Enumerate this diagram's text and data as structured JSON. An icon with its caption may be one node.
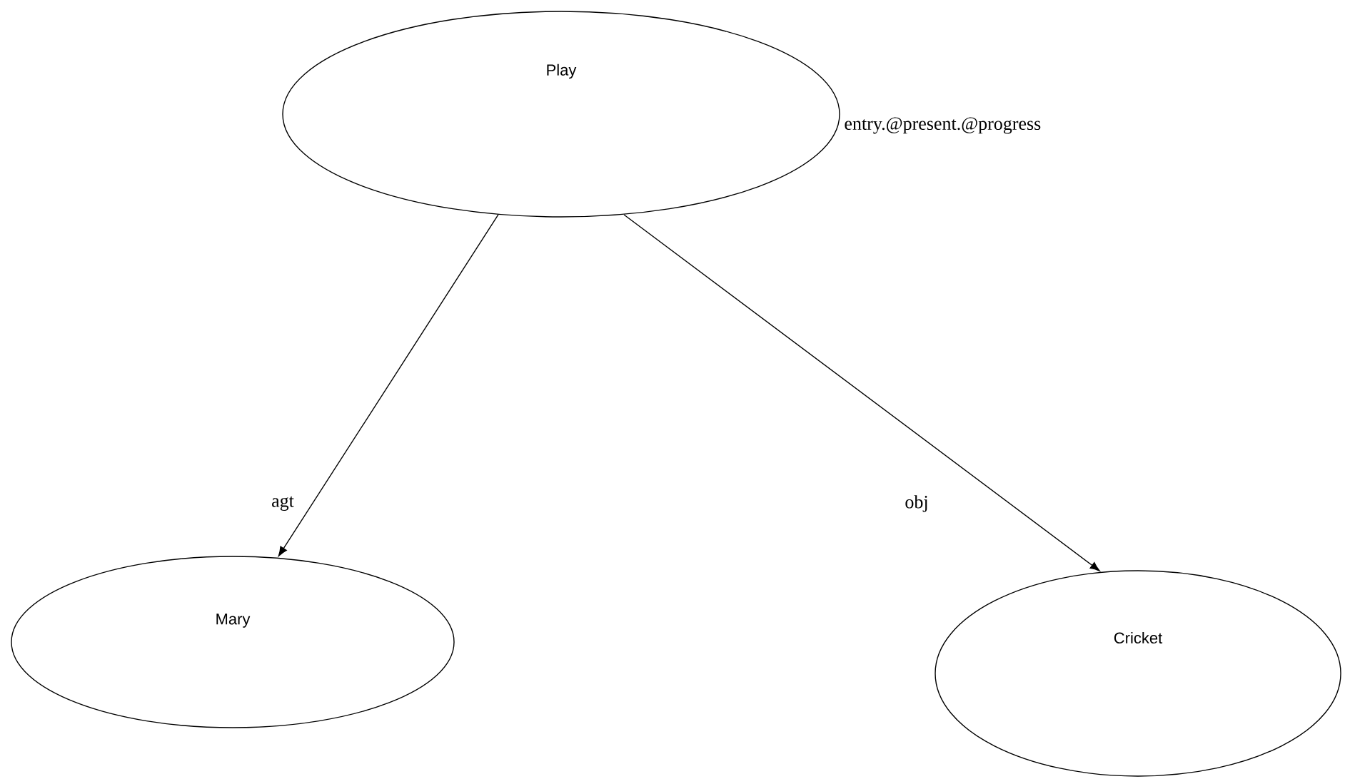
{
  "diagram": {
    "nodes": [
      {
        "text": [
          "Play"
        ],
        "beside": [
          "entry.@present.@progress"
        ]
      },
      {
        "text": [
          "Mary"
        ]
      },
      {
        "text": [
          "Cricket"
        ]
      }
    ],
    "edges": [
      {
        "from": 0,
        "to": 1,
        "arrow": "to",
        "label": "agt"
      },
      {
        "from": 0,
        "to": 2,
        "arrow": "to",
        "label": "obj"
      }
    ]
  }
}
